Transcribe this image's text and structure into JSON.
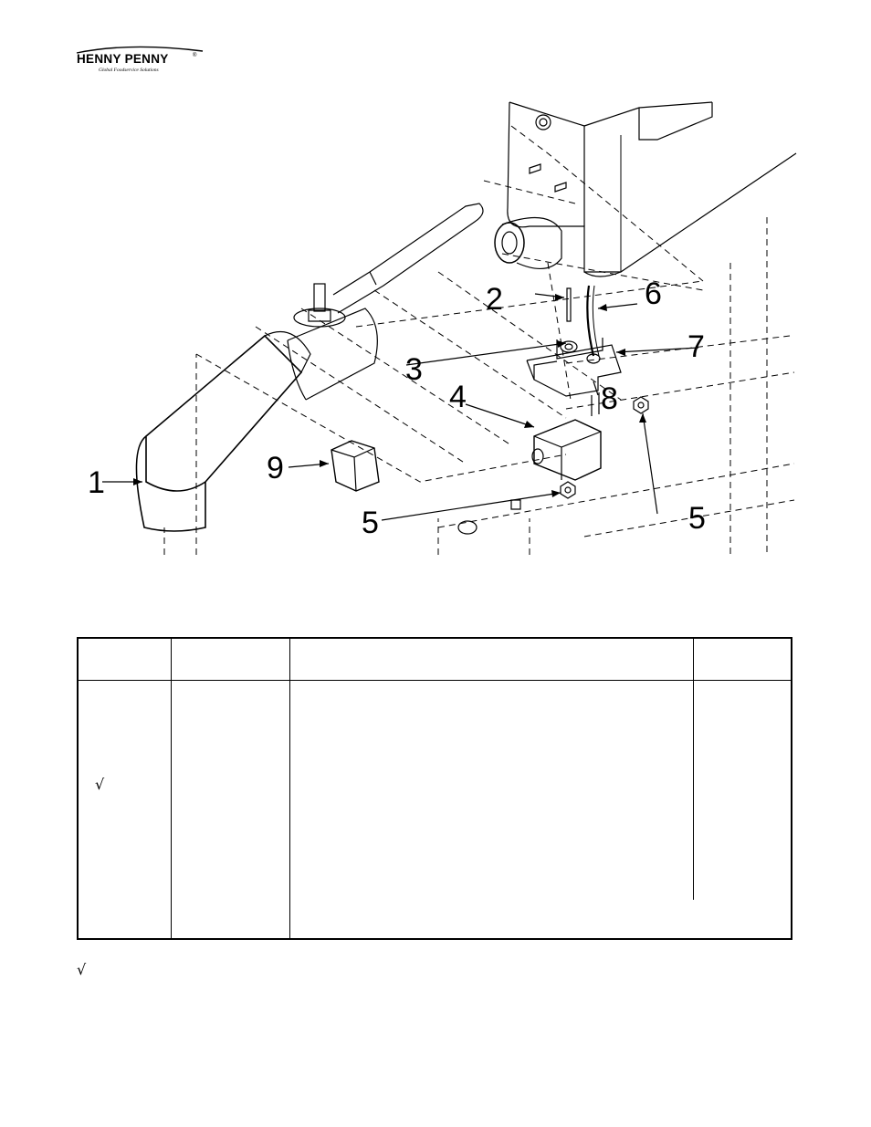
{
  "header": {
    "brand": "HENNY PENNY",
    "registered": "®",
    "tagline": "Global Foodservice Solutions"
  },
  "figure": {
    "callouts": [
      "1",
      "2",
      "3",
      "4",
      "5",
      "5",
      "6",
      "7",
      "8",
      "9"
    ]
  },
  "table": {
    "check_mark": "√"
  },
  "footnote": {
    "check_mark": "√"
  }
}
